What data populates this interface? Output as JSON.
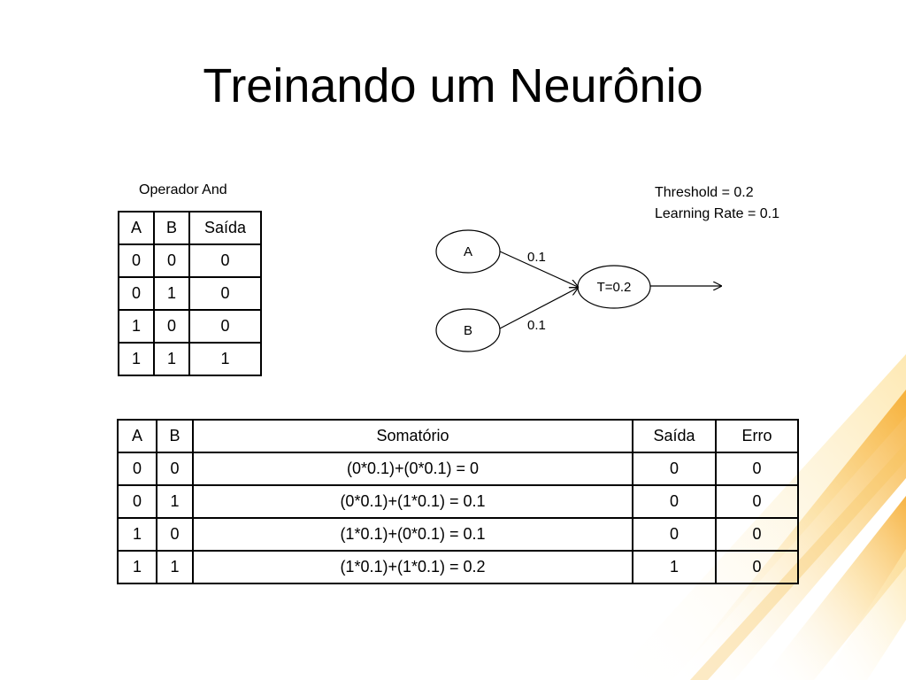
{
  "title": "Treinando um Neurônio",
  "and_table": {
    "caption": "Operador And",
    "headers": [
      "A",
      "B",
      "Saída"
    ],
    "rows": [
      [
        "0",
        "0",
        "0"
      ],
      [
        "0",
        "1",
        "0"
      ],
      [
        "1",
        "0",
        "0"
      ],
      [
        "1",
        "1",
        "1"
      ]
    ]
  },
  "network": {
    "threshold_text": "Threshold = 0.2",
    "learning_rate_text": "Learning Rate = 0.1",
    "node_a": "A",
    "node_b": "B",
    "node_out": "T=0.2",
    "weight_a": "0.1",
    "weight_b": "0.1"
  },
  "training_table": {
    "headers": [
      "A",
      "B",
      "Somatório",
      "Saída",
      "Erro"
    ],
    "rows": [
      [
        "0",
        "0",
        "(0*0.1)+(0*0.1) = 0",
        "0",
        "0"
      ],
      [
        "0",
        "1",
        "(0*0.1)+(1*0.1) = 0.1",
        "0",
        "0"
      ],
      [
        "1",
        "0",
        "(1*0.1)+(0*0.1) = 0.1",
        "0",
        "0"
      ],
      [
        "1",
        "1",
        "(1*0.1)+(1*0.1) = 0.2",
        "1",
        "0"
      ]
    ]
  },
  "colors": {
    "accent": "#f7b733",
    "accent_light": "#fde7b0"
  }
}
